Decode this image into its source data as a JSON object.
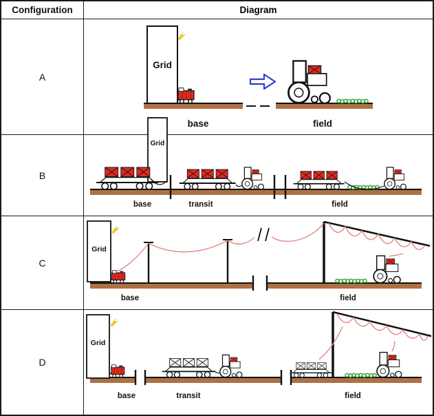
{
  "table": {
    "header": {
      "configuration": "Configuration",
      "diagram": "Diagram"
    }
  },
  "rows": [
    {
      "letter": "A",
      "grid_label": "Grid",
      "stage_labels": {
        "base": "base",
        "field": "field"
      }
    },
    {
      "letter": "B",
      "grid_label": "Grid",
      "stage_labels": {
        "base": "base",
        "transit": "transit",
        "field": "field"
      }
    },
    {
      "letter": "C",
      "grid_label": "Grid",
      "stage_labels": {
        "base": "base",
        "field": "field"
      }
    },
    {
      "letter": "D",
      "grid_label": "Grid",
      "stage_labels": {
        "base": "base",
        "transit": "transit",
        "field": "field"
      }
    }
  ],
  "colors": {
    "ground_brown": "#ad7146",
    "container_red": "#e02b20",
    "machine_red": "#e02b20",
    "wire_pink": "#e08a84",
    "plant_green": "#3aa43a",
    "arrow_blue": "#2b3fd4",
    "spark_yellow": "#ffc90e",
    "empty_container": "#f2f2f2"
  }
}
